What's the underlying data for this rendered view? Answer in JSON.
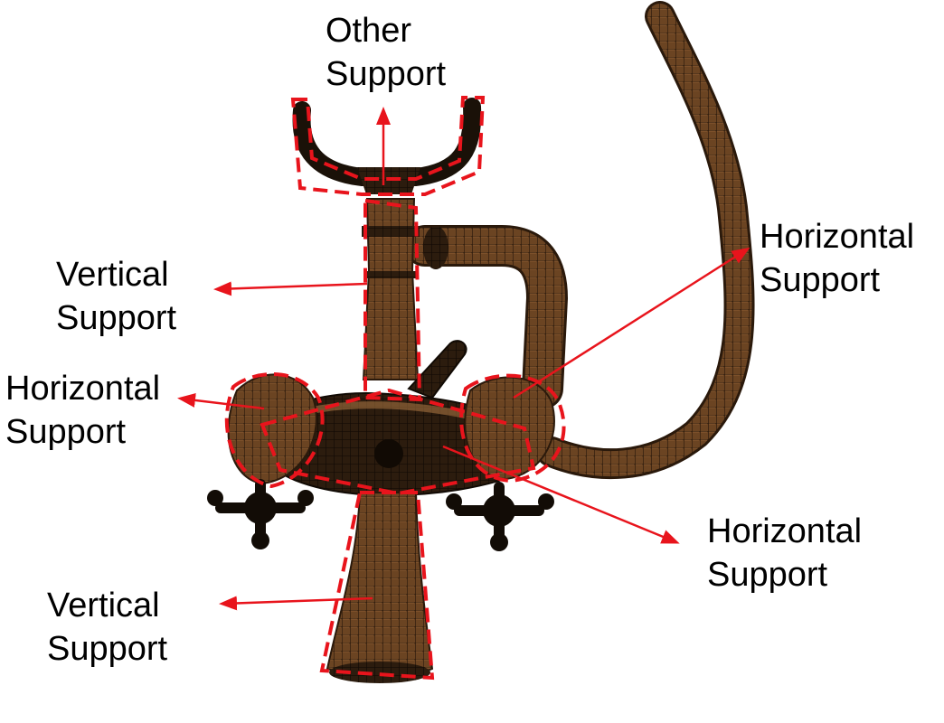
{
  "labels": {
    "other_support": {
      "line1": "Other",
      "line2": "Support"
    },
    "vertical_support_upper": {
      "line1": "Vertical",
      "line2": "Support"
    },
    "horizontal_support_left": {
      "line1": "Horizontal",
      "line2": "Support"
    },
    "horizontal_support_right": {
      "line1": "Horizontal",
      "line2": "Support"
    },
    "horizontal_support_center": {
      "line1": "Horizontal",
      "line2": "Support"
    },
    "vertical_support_lower": {
      "line1": "Vertical",
      "line2": "Support"
    }
  },
  "colors": {
    "annotation": "#e8141c",
    "faucet_body": "#5a3a1e",
    "faucet_highlight": "#a06a3a",
    "faucet_dark": "#1e130a",
    "text": "#000000"
  }
}
